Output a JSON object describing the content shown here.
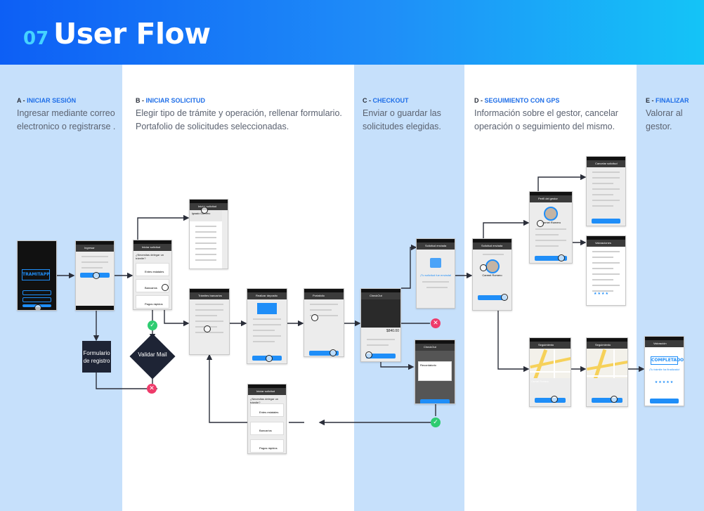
{
  "header": {
    "section_number": "07",
    "title": "User Flow"
  },
  "columns": [
    {
      "letter": "A",
      "heading": "INICIAR SESIÓN",
      "desc_lines": [
        "Ingresar mediante correo",
        "electronico o registrarse ."
      ]
    },
    {
      "letter": "B",
      "heading": "INICIAR SOLICITUD",
      "desc_lines": [
        "Elegir tipo de trámite y operación, rellenar formulario.",
        "Portafolio de solicitudes seleccionadas."
      ]
    },
    {
      "letter": "C",
      "heading": "CHECKOUT",
      "desc_lines": [
        "Enviar o guardar las",
        "solicitudes elegidas."
      ]
    },
    {
      "letter": "D",
      "heading": "SEGUIMIENTO CON GPS",
      "desc_lines": [
        "Información sobre el gestor, cancelar",
        "operación o seguimiento del mismo."
      ]
    },
    {
      "letter": "E",
      "heading": "FINALIZAR",
      "desc_lines": [
        "Valorar al",
        "gestor."
      ]
    }
  ],
  "heading_separator": " - ",
  "nodes": {
    "registro": "Formulario de registro",
    "validar": "Validar Mail"
  },
  "colors": {
    "header_start": "#0d5ff5",
    "header_end": "#14c4f7",
    "lane_blue": "#c6e0fb",
    "accent": "#1f8ef8",
    "node_dark": "#1e2435",
    "ok_green": "#2ecc71",
    "error_pink": "#ee3b6a"
  },
  "screens": {
    "login_brand": "TRAMITAPP",
    "ingresar": "Ingresar",
    "iniciar_solicitud": "Iniciar solicitud",
    "pregunta": "¿Necesitas delegar un trámite?",
    "opciones": [
      "Entes estatales",
      "Bancarios",
      "Pagos rápidos"
    ],
    "gestor_nombre": "Ignacio Guerrero",
    "tramites_bancarios": "Trámites bancarios",
    "realizar_deposito": "Realizar deposito",
    "portafolio": "Portafolio",
    "checkout": "CheckOut",
    "checkout_total": "$840.00",
    "recordatorio": "Recordatorio",
    "solicitud_enviada": "Solicitud enviada",
    "solicitud_enviada_msg": "¡Tu solicitud fue enviada!",
    "perfil_gestor": "Perfil del gestor",
    "gestor_asignado": "Carmel Romero",
    "cancelar_solicitud": "Cancelar solicitud",
    "valoraciones": "Valoraciones",
    "seguimiento": "Seguimiento",
    "valoracion": "Valoración",
    "completado": "COMPLETADO",
    "tramite_finalizado": "¡Tu trámite ha finalizado!"
  }
}
